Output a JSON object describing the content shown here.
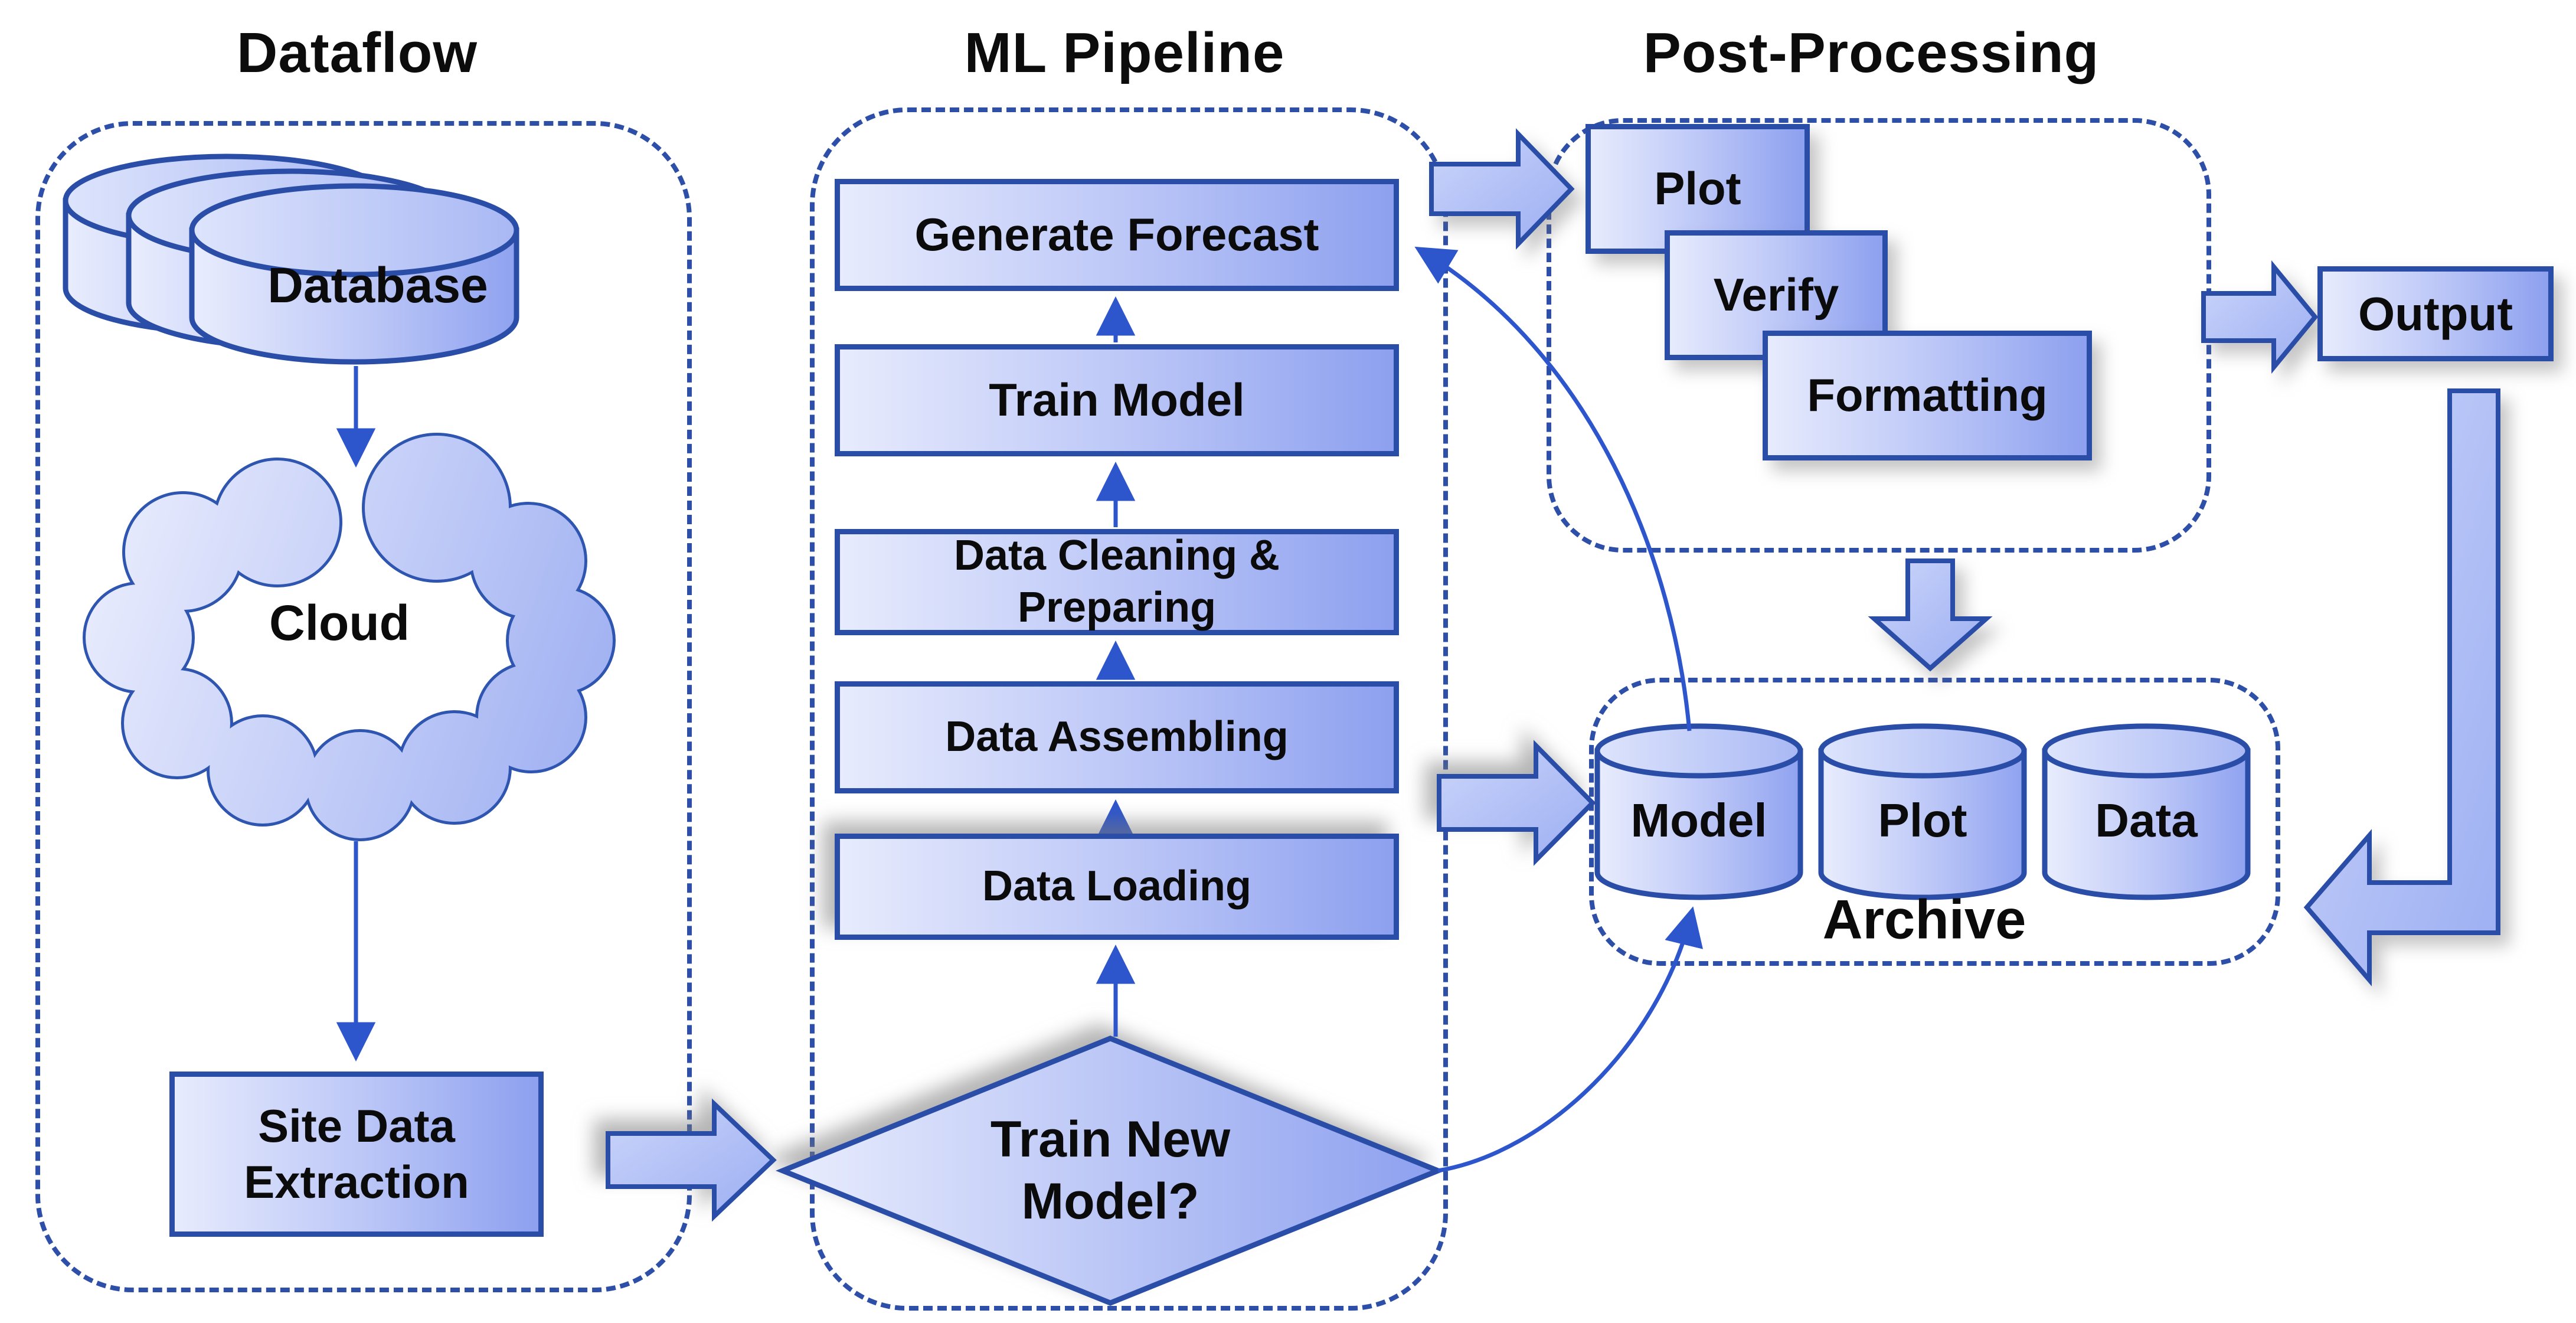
{
  "palette": {
    "accent_dark_blue": "#2a4da8",
    "dashed_border_blue": "#2e4fa8",
    "arrow_blue": "#2d56cc",
    "fill_light": "#e7ebfd",
    "fill_mid": "#bcc7f7",
    "fill_deep": "#8da0ef",
    "text_black": "#0b0b0b",
    "background": "#ffffff"
  },
  "sections": {
    "dataflow": {
      "title": "Dataflow",
      "nodes": {
        "database": "Database",
        "cloud": "Cloud",
        "site_data_extraction": "Site Data Extraction"
      }
    },
    "ml_pipeline": {
      "title": "ML Pipeline",
      "nodes": {
        "generate_forecast": "Generate Forecast",
        "train_model": "Train Model",
        "data_cleaning": "Data Cleaning & Preparing",
        "data_assembling": "Data Assembling",
        "data_loading": "Data Loading",
        "train_new_model": "Train New Model?"
      }
    },
    "post_processing": {
      "title": "Post-Processing",
      "nodes": {
        "plot": "Plot",
        "verify": "Verify",
        "formatting": "Formatting"
      }
    },
    "archive": {
      "label": "Archive",
      "nodes": {
        "model": "Model",
        "plot": "Plot",
        "data": "Data"
      }
    },
    "output": {
      "label": "Output"
    }
  }
}
